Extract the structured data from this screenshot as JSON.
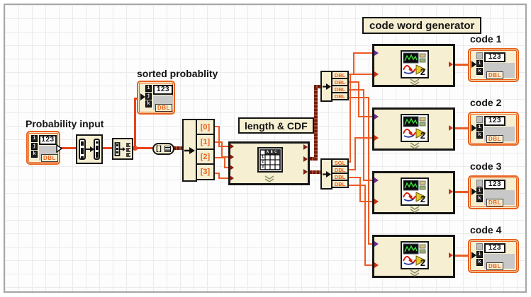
{
  "labels": {
    "probability_input": "Probability input",
    "sorted_probability": "sorted probablity",
    "length_cdf": "length & CDF",
    "code_word_generator": "code word generator"
  },
  "probability_control": {
    "display": "123",
    "type": "DBL",
    "dims": [
      "i",
      "j",
      "k"
    ]
  },
  "sorted_indicator": {
    "display": "123",
    "type": "DBL",
    "dims": [
      "i",
      "j",
      "k"
    ]
  },
  "index_unbundle": {
    "cells": [
      "[0]",
      "[1]",
      "[2]",
      "[3]"
    ]
  },
  "length_cdf_vi": {
    "table_header": "ABC",
    "table_rows": [
      "1",
      "2",
      "3"
    ]
  },
  "dbl_unbundle": {
    "cells": [
      "DBL",
      "DBL",
      "DBL",
      "DBL"
    ]
  },
  "sgl_unbundle": {
    "cells": [
      "SGL",
      "DBL",
      "DBL",
      "DBL"
    ]
  },
  "codes": [
    {
      "label": "code 1",
      "display": "123",
      "type": "DBL",
      "icon_number": "2",
      "dims": [
        "",
        "i",
        "k"
      ]
    },
    {
      "label": "code 2",
      "display": "123",
      "type": "DBL",
      "icon_number": "2",
      "dims": [
        "",
        "i",
        "k"
      ]
    },
    {
      "label": "code 3",
      "display": "123",
      "type": "DBL",
      "icon_number": "2",
      "dims": [
        "",
        "i",
        "k"
      ]
    },
    {
      "label": "code 4",
      "display": "123",
      "type": "DBL",
      "icon_number": "2",
      "dims": [
        "",
        "i",
        "k"
      ]
    }
  ],
  "colors": {
    "wire_orange": "#ee5a24",
    "wire_cluster": "#7c2014",
    "node_fill": "#f6efd2",
    "terminal_orange": "#e8611c",
    "grid_line": "#ebebeb"
  }
}
